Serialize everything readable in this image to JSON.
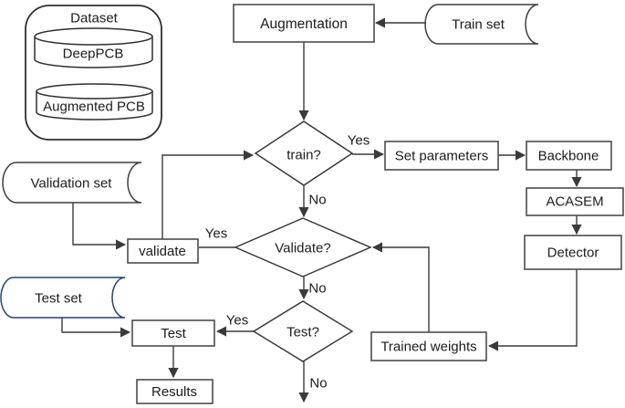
{
  "colors": {
    "line": "#3a3a3a",
    "box_border": "#4d4d4d",
    "test_set_outline": "#274472",
    "text": "#1c1c1c",
    "background": "#ffffff"
  },
  "dataset_group": {
    "title": "Dataset",
    "datasets": [
      "DeepPCB",
      "Augmented PCB"
    ]
  },
  "nodes": {
    "augmentation": {
      "label": "Augmentation",
      "type": "process"
    },
    "train_set": {
      "label": "Train set",
      "type": "stored-data"
    },
    "validation_set": {
      "label": "Validation set",
      "type": "stored-data"
    },
    "test_set": {
      "label": "Test set",
      "type": "stored-data"
    },
    "train_decision": {
      "label": "train?",
      "type": "decision"
    },
    "validate_decision": {
      "label": "Validate?",
      "type": "decision"
    },
    "test_decision": {
      "label": "Test?",
      "type": "decision"
    },
    "set_parameters": {
      "label": "Set parameters",
      "type": "process"
    },
    "backbone": {
      "label": "Backbone",
      "type": "process"
    },
    "acasem": {
      "label": "ACASEM",
      "type": "process"
    },
    "detector": {
      "label": "Detector",
      "type": "process"
    },
    "trained_weights": {
      "label": "Trained weights",
      "type": "process"
    },
    "validate": {
      "label": "validate",
      "type": "process"
    },
    "test": {
      "label": "Test",
      "type": "process"
    },
    "results": {
      "label": "Results",
      "type": "process"
    }
  },
  "edge_labels": {
    "train_yes": "Yes",
    "train_no": "No",
    "validate_yes": "Yes",
    "validate_no": "No",
    "test_yes": "Yes",
    "test_no": "No"
  }
}
